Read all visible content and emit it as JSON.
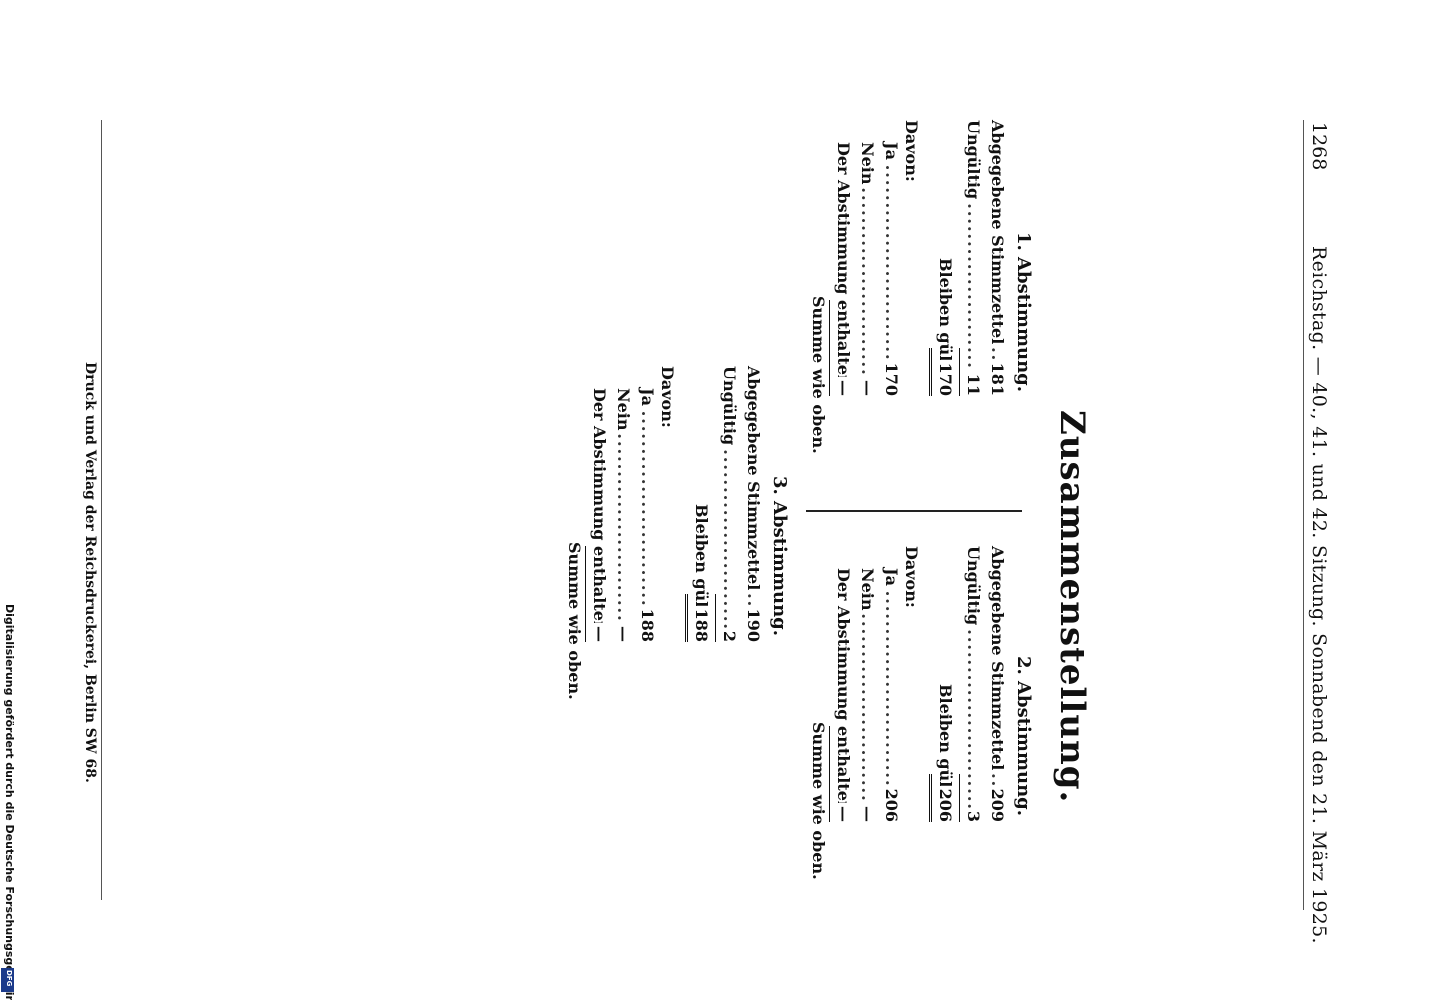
{
  "header": {
    "page_number": "1268",
    "running_title": "Reichstag. — 40., 41. und 42. Sitzung. Sonnabend den 21. März 1925."
  },
  "title": "Zusammenstellung.",
  "labels": {
    "abgegeben": "Abgegebene Stimmzettel",
    "ungueltig": "Ungültig",
    "bleiben": "Bleiben gültig",
    "davon": "Davon:",
    "ja": "Ja",
    "nein": "Nein",
    "enthalten": "Der Abstimmung enthalten",
    "summe": "Summe wie oben."
  },
  "sections": [
    {
      "title": "1. Abstimmung.",
      "abgegeben": "181",
      "ungueltig": "11",
      "gueltig": "170",
      "ja": "170",
      "nein": "—",
      "enthalten": "—"
    },
    {
      "title": "2. Abstimmung.",
      "abgegeben": "209",
      "ungueltig": "3",
      "gueltig": "206",
      "ja": "206",
      "nein": "—",
      "enthalten": "—"
    },
    {
      "title": "3. Abstimmung.",
      "abgegeben": "190",
      "ungueltig": "2",
      "gueltig": "188",
      "ja": "188",
      "nein": "—",
      "enthalten": "—"
    }
  ],
  "footer": "Druck und Verlag der Reichsdruckerei, Berlin SW 68.",
  "credit": "Digitalisierung gefördert durch die Deutsche Forschungsgemeinschaft •",
  "logo": "DFG"
}
